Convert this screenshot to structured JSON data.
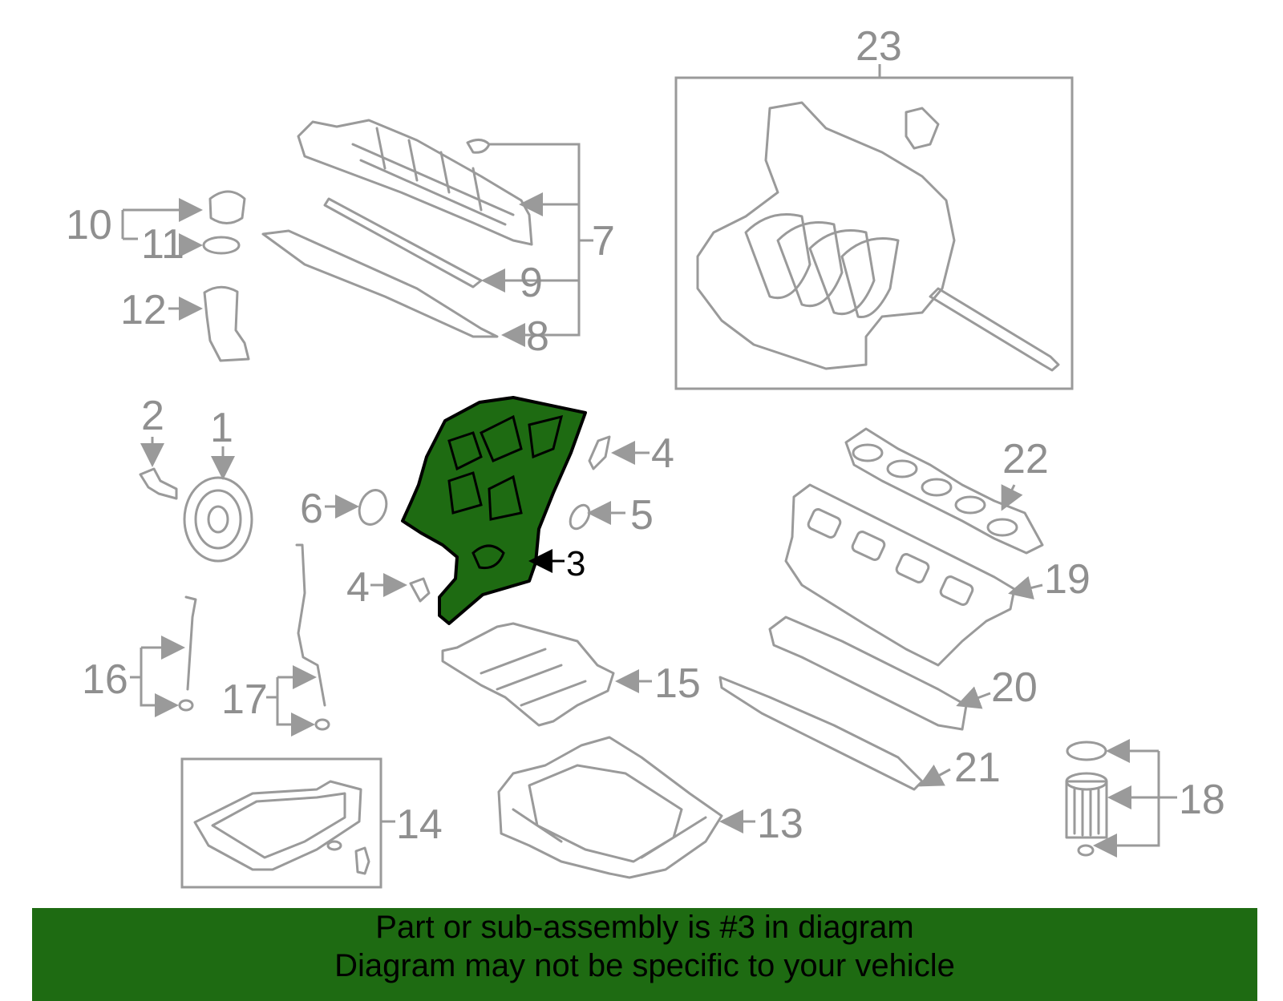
{
  "callouts": {
    "c1": "1",
    "c2": "2",
    "c3": "3",
    "c4a": "4",
    "c4b": "4",
    "c5": "5",
    "c6": "6",
    "c7": "7",
    "c8": "8",
    "c9": "9",
    "c10": "10",
    "c11": "11",
    "c12": "12",
    "c13": "13",
    "c14": "14",
    "c15": "15",
    "c16": "16",
    "c17": "17",
    "c18": "18",
    "c19": "19",
    "c20": "20",
    "c21": "21",
    "c22": "22",
    "c23": "23"
  },
  "highlight": {
    "part_number": "3",
    "color": "#1e6b12"
  },
  "colors": {
    "line": "#9a9a9a",
    "label": "#8f8f8f",
    "banner": "#1e6b12"
  },
  "banner": {
    "line1": "Part or sub-assembly is #3 in diagram",
    "line2": "Diagram may not be specific to your vehicle"
  }
}
